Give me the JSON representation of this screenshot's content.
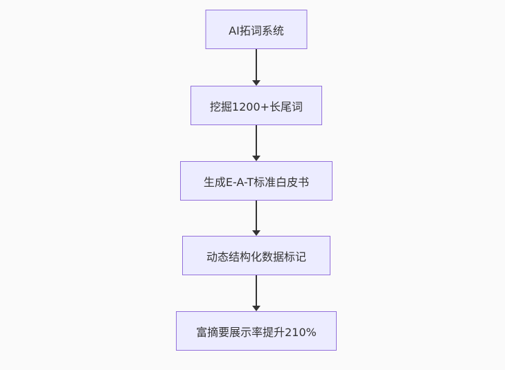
{
  "diagram": {
    "type": "flowchart-vertical",
    "direction": "top-down",
    "background_color": "#fafafa",
    "node_fill_color": "#ECECFF",
    "node_border_color": "#9370DB",
    "node_text_color": "#333333",
    "arrow_color": "#333333",
    "nodes": [
      {
        "id": "ai-keyword-expansion-system",
        "label": "AI拓词系统"
      },
      {
        "id": "mine-longtail-keywords",
        "label": "挖掘1200+长尾词"
      },
      {
        "id": "generate-eat-whitepaper",
        "label": "生成E-A-T标准白皮书"
      },
      {
        "id": "dynamic-structured-data-markup",
        "label": "动态结构化数据标记"
      },
      {
        "id": "rich-snippet-rate-increase",
        "label": "富摘要展示率提升210%"
      }
    ],
    "edges": [
      {
        "from": 0,
        "to": 1
      },
      {
        "from": 1,
        "to": 2
      },
      {
        "from": 2,
        "to": 3
      },
      {
        "from": 3,
        "to": 4
      }
    ]
  }
}
